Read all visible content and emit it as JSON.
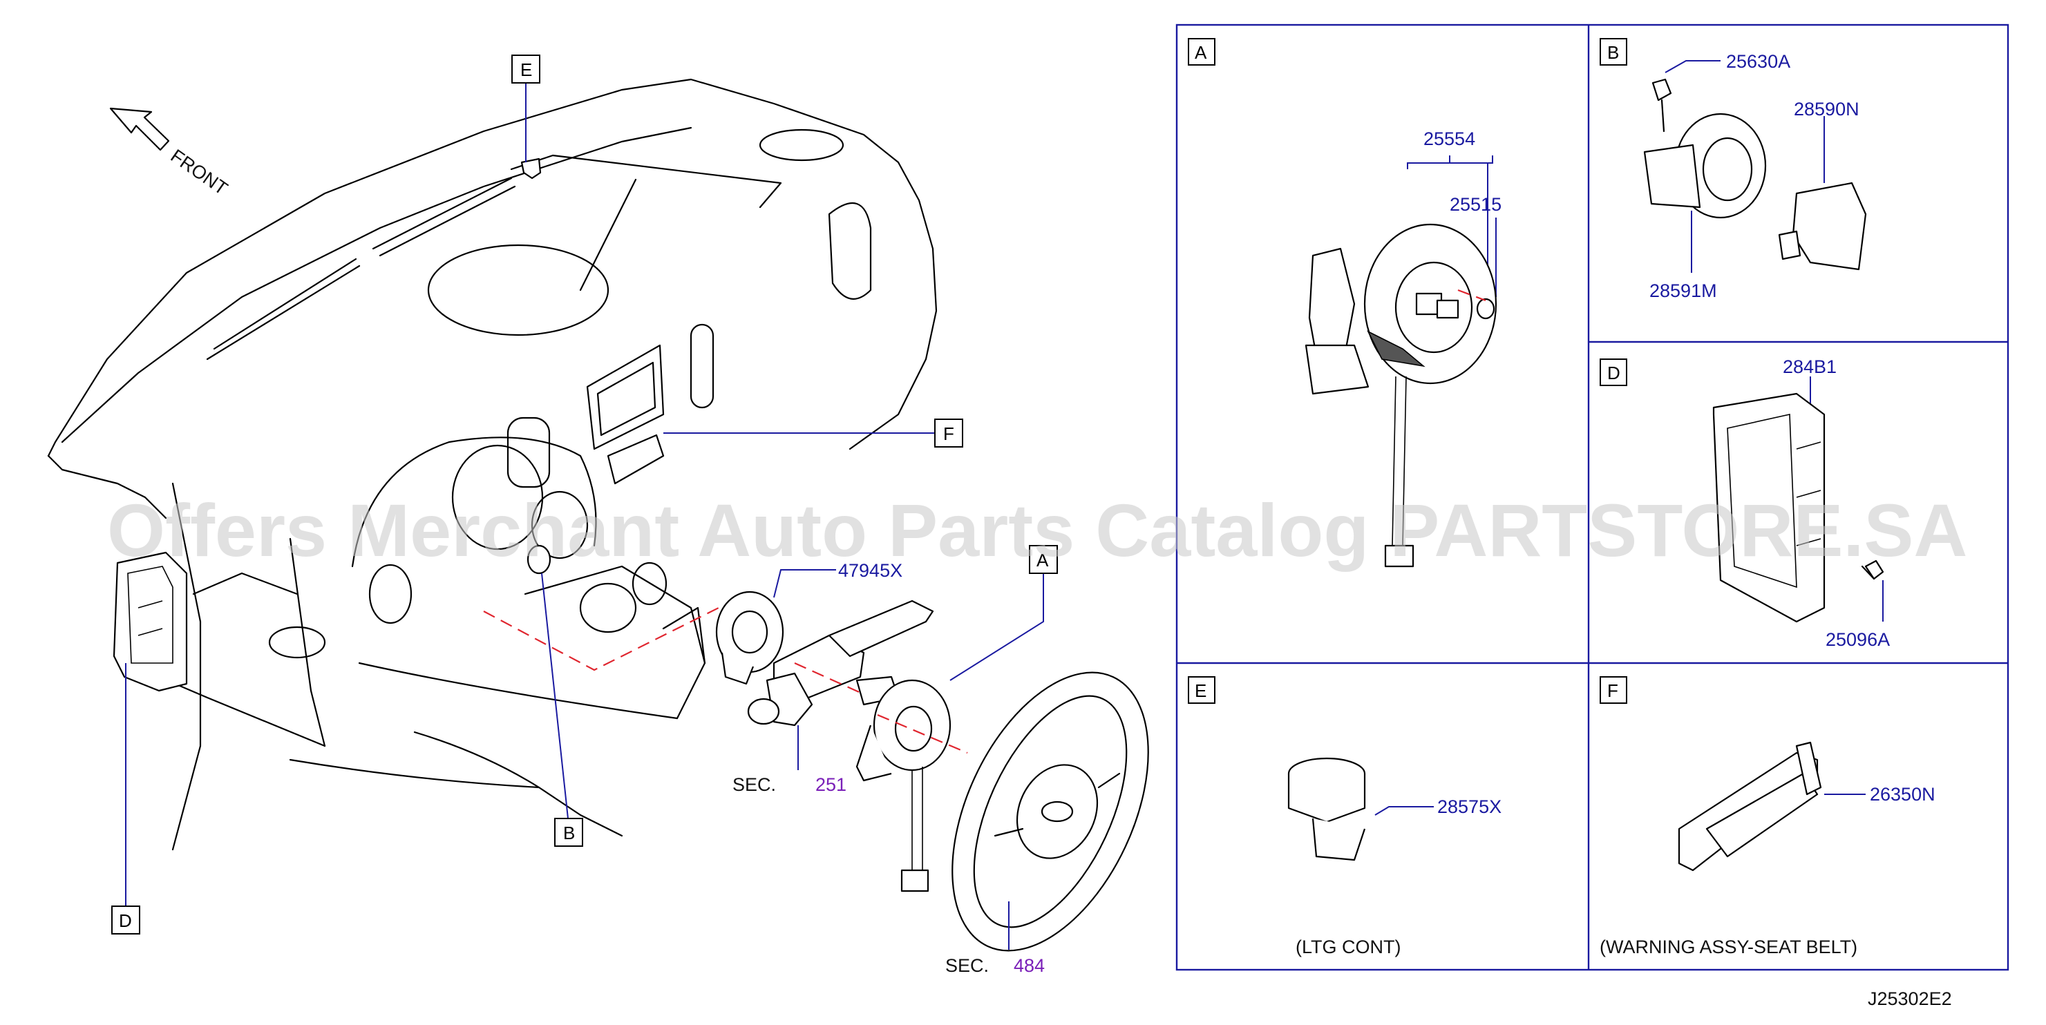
{
  "watermark": "Offers Merchant Auto Parts Catalog PARTSTORE.SA",
  "front_label": "FRONT",
  "drawing_id": "J25302E2",
  "callouts": {
    "e": "E",
    "f": "F",
    "a": "A",
    "b": "B",
    "d": "D"
  },
  "main_parts": {
    "p47945x": "47945X",
    "sec251_prefix": "SEC.",
    "sec251_num": "251",
    "sec484_prefix": "SEC.",
    "sec484_num": "484"
  },
  "panels": {
    "a": {
      "tag": "A",
      "p25554": "25554",
      "p25515": "25515"
    },
    "b": {
      "tag": "B",
      "p25630a": "25630A",
      "p28590n": "28590N",
      "p28591m": "28591M"
    },
    "d": {
      "tag": "D",
      "p284b1": "284B1",
      "p25096a": "25096A"
    },
    "e": {
      "tag": "E",
      "p28575x": "28575X",
      "caption": "(LTG   CONT)"
    },
    "f": {
      "tag": "F",
      "p26350n": "26350N",
      "caption": "(WARNING   ASSY-SEAT   BELT)"
    }
  },
  "colors": {
    "leader": "#1a1aa0",
    "section_ref": "#7a1fb8",
    "dashed_axis": "#e0262f"
  }
}
